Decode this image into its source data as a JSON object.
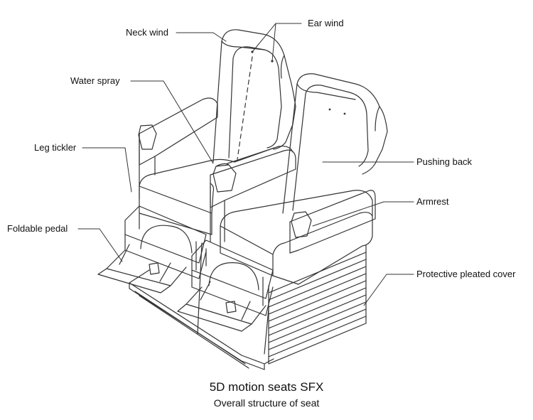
{
  "labels": {
    "ear_wind": "Ear wind",
    "neck_wind": "Neck wind",
    "water_spray": "Water spray",
    "leg_tickler": "Leg tickler",
    "foldable_pedal": "Foldable pedal",
    "pushing_back": "Pushing back",
    "armrest": "Armrest",
    "protective_cover": "Protective pleated cover"
  },
  "caption": {
    "title": "5D motion seats SFX",
    "subtitle": "Overall structure of seat"
  },
  "colors": {
    "line": "#333333",
    "text": "#111111",
    "background": "#ffffff"
  }
}
